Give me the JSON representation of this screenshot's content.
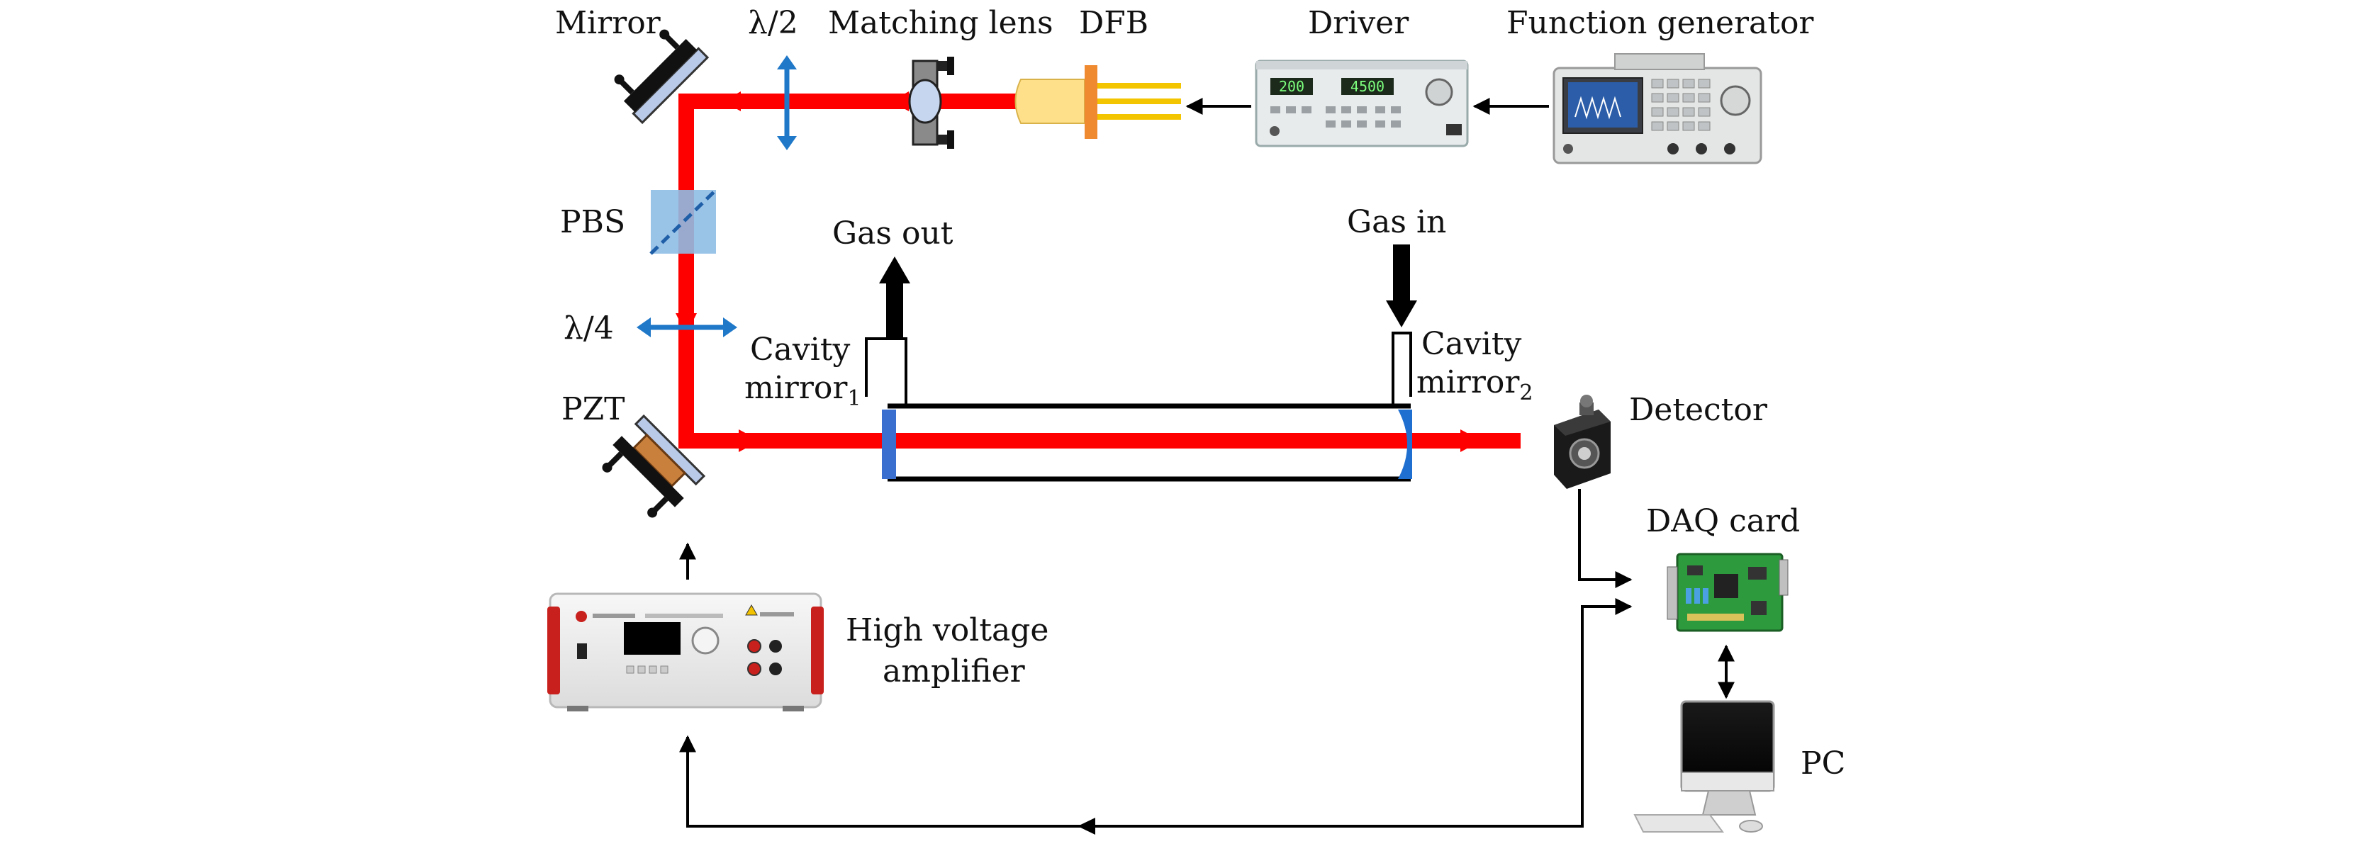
{
  "labels": {
    "mirror": "Mirror",
    "half_wave": "λ/2",
    "matching_lens": "Matching lens",
    "dfb": "DFB",
    "driver": "Driver",
    "function_generator": "Function generator",
    "pbs": "PBS",
    "quarter_wave": "λ/4",
    "gas_out": "Gas out",
    "gas_in": "Gas in",
    "cavity_mirror_1_line1": "Cavity",
    "cavity_mirror_1_line2": "mirror",
    "cavity_mirror_1_sub": "1",
    "cavity_mirror_2_line1": "Cavity",
    "cavity_mirror_2_line2": "mirror",
    "cavity_mirror_2_sub": "2",
    "pzt": "PZT",
    "detector": "Detector",
    "daq_card": "DAQ card",
    "hv_amp_line1": "High voltage",
    "hv_amp_line2": "amplifier",
    "pc": "PC"
  },
  "driver_display": {
    "left": "200",
    "right": "4500"
  },
  "colors": {
    "laser_beam": "#ff0000",
    "waveplate": "#1f78c8",
    "pbs": "#8fbde6",
    "cavity_mirror": "#3a6fd0",
    "laser_body": "#ffe08a",
    "laser_flange": "#f08a30",
    "laser_pins": "#f3c400",
    "hv_amp_accent": "#c8201c",
    "daq_board": "#2e9a3e"
  }
}
